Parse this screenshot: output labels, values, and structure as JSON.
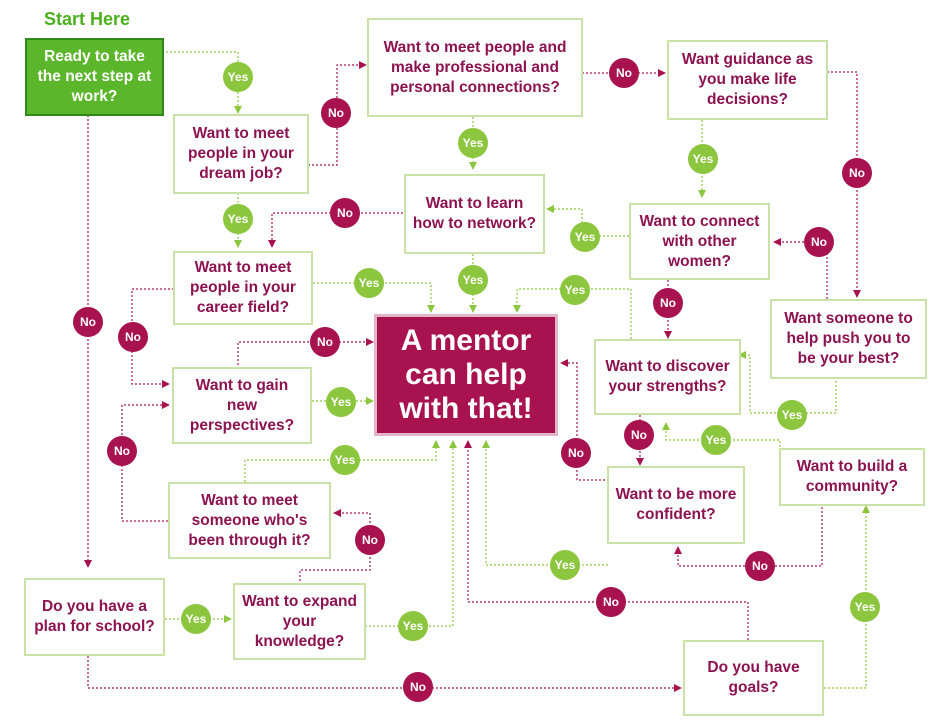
{
  "start_label": "Start Here",
  "colors": {
    "primary": "#a8124f",
    "yes": "#8cc63f",
    "box_border": "#c8e2a8",
    "start_fill": "#5bb62b",
    "text": "#8c1250"
  },
  "nodes": {
    "ready": "Ready to take the next step at work?",
    "dream_job": "Want  to meet people in your dream job?",
    "professional": "Want to meet people and make professional and personal connections?",
    "guidance": "Want guidance as you make life decisions?",
    "network": "Want to learn how to network?",
    "connect_women": "Want to connect with other women?",
    "career_field": "Want to meet people in your career field?",
    "mentor": "A mentor can help with that!",
    "push": "Want someone to help push you to be your best?",
    "strengths": "Want to discover your strengths?",
    "perspectives": "Want to gain new perspectives?",
    "community": "Want to build a community?",
    "been_through": "Want to meet someone who's been through it?",
    "confident": "Want to be more confident?",
    "plan_school": "Do you have a plan for school?",
    "knowledge": "Want to expand your knowledge?",
    "goals": "Do you have goals?"
  },
  "answers": {
    "yes": "Yes",
    "no": "No"
  }
}
